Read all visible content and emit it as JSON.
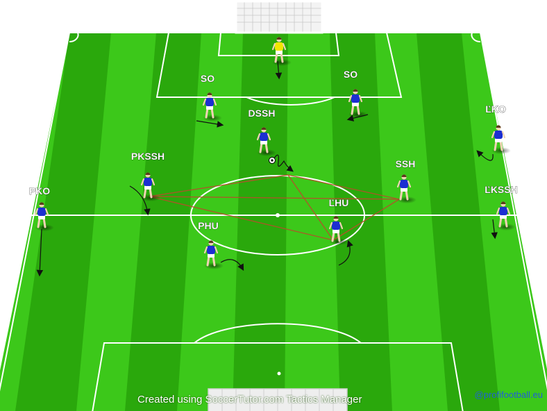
{
  "diagram": {
    "footer": "Created using SoccerTutor.com Tactics Manager",
    "credit": "@profifootball.eu",
    "colors": {
      "grass_light": "#3cc81a",
      "grass_dark": "#2aa80c",
      "team_shirt": "#1c2fd1",
      "goalkeeper_shirt": "#f2e600",
      "pass_lines": "#b5502a",
      "run_arrows": "#111111"
    },
    "players": [
      {
        "id": "gk",
        "label": ""
      },
      {
        "id": "so-left",
        "label": "SO"
      },
      {
        "id": "so-right",
        "label": "SO"
      },
      {
        "id": "dssh",
        "label": "DSSH"
      },
      {
        "id": "pkssh",
        "label": "PKSSH"
      },
      {
        "id": "ssh",
        "label": "SSH"
      },
      {
        "id": "lko",
        "label": "ĽKO"
      },
      {
        "id": "lkssh",
        "label": "ĽKSSH"
      },
      {
        "id": "pko",
        "label": "PKO"
      },
      {
        "id": "phu",
        "label": "PHU"
      },
      {
        "id": "lhu",
        "label": "ĽHU"
      }
    ],
    "icons": [
      "ball-icon",
      "goal-icon"
    ]
  }
}
